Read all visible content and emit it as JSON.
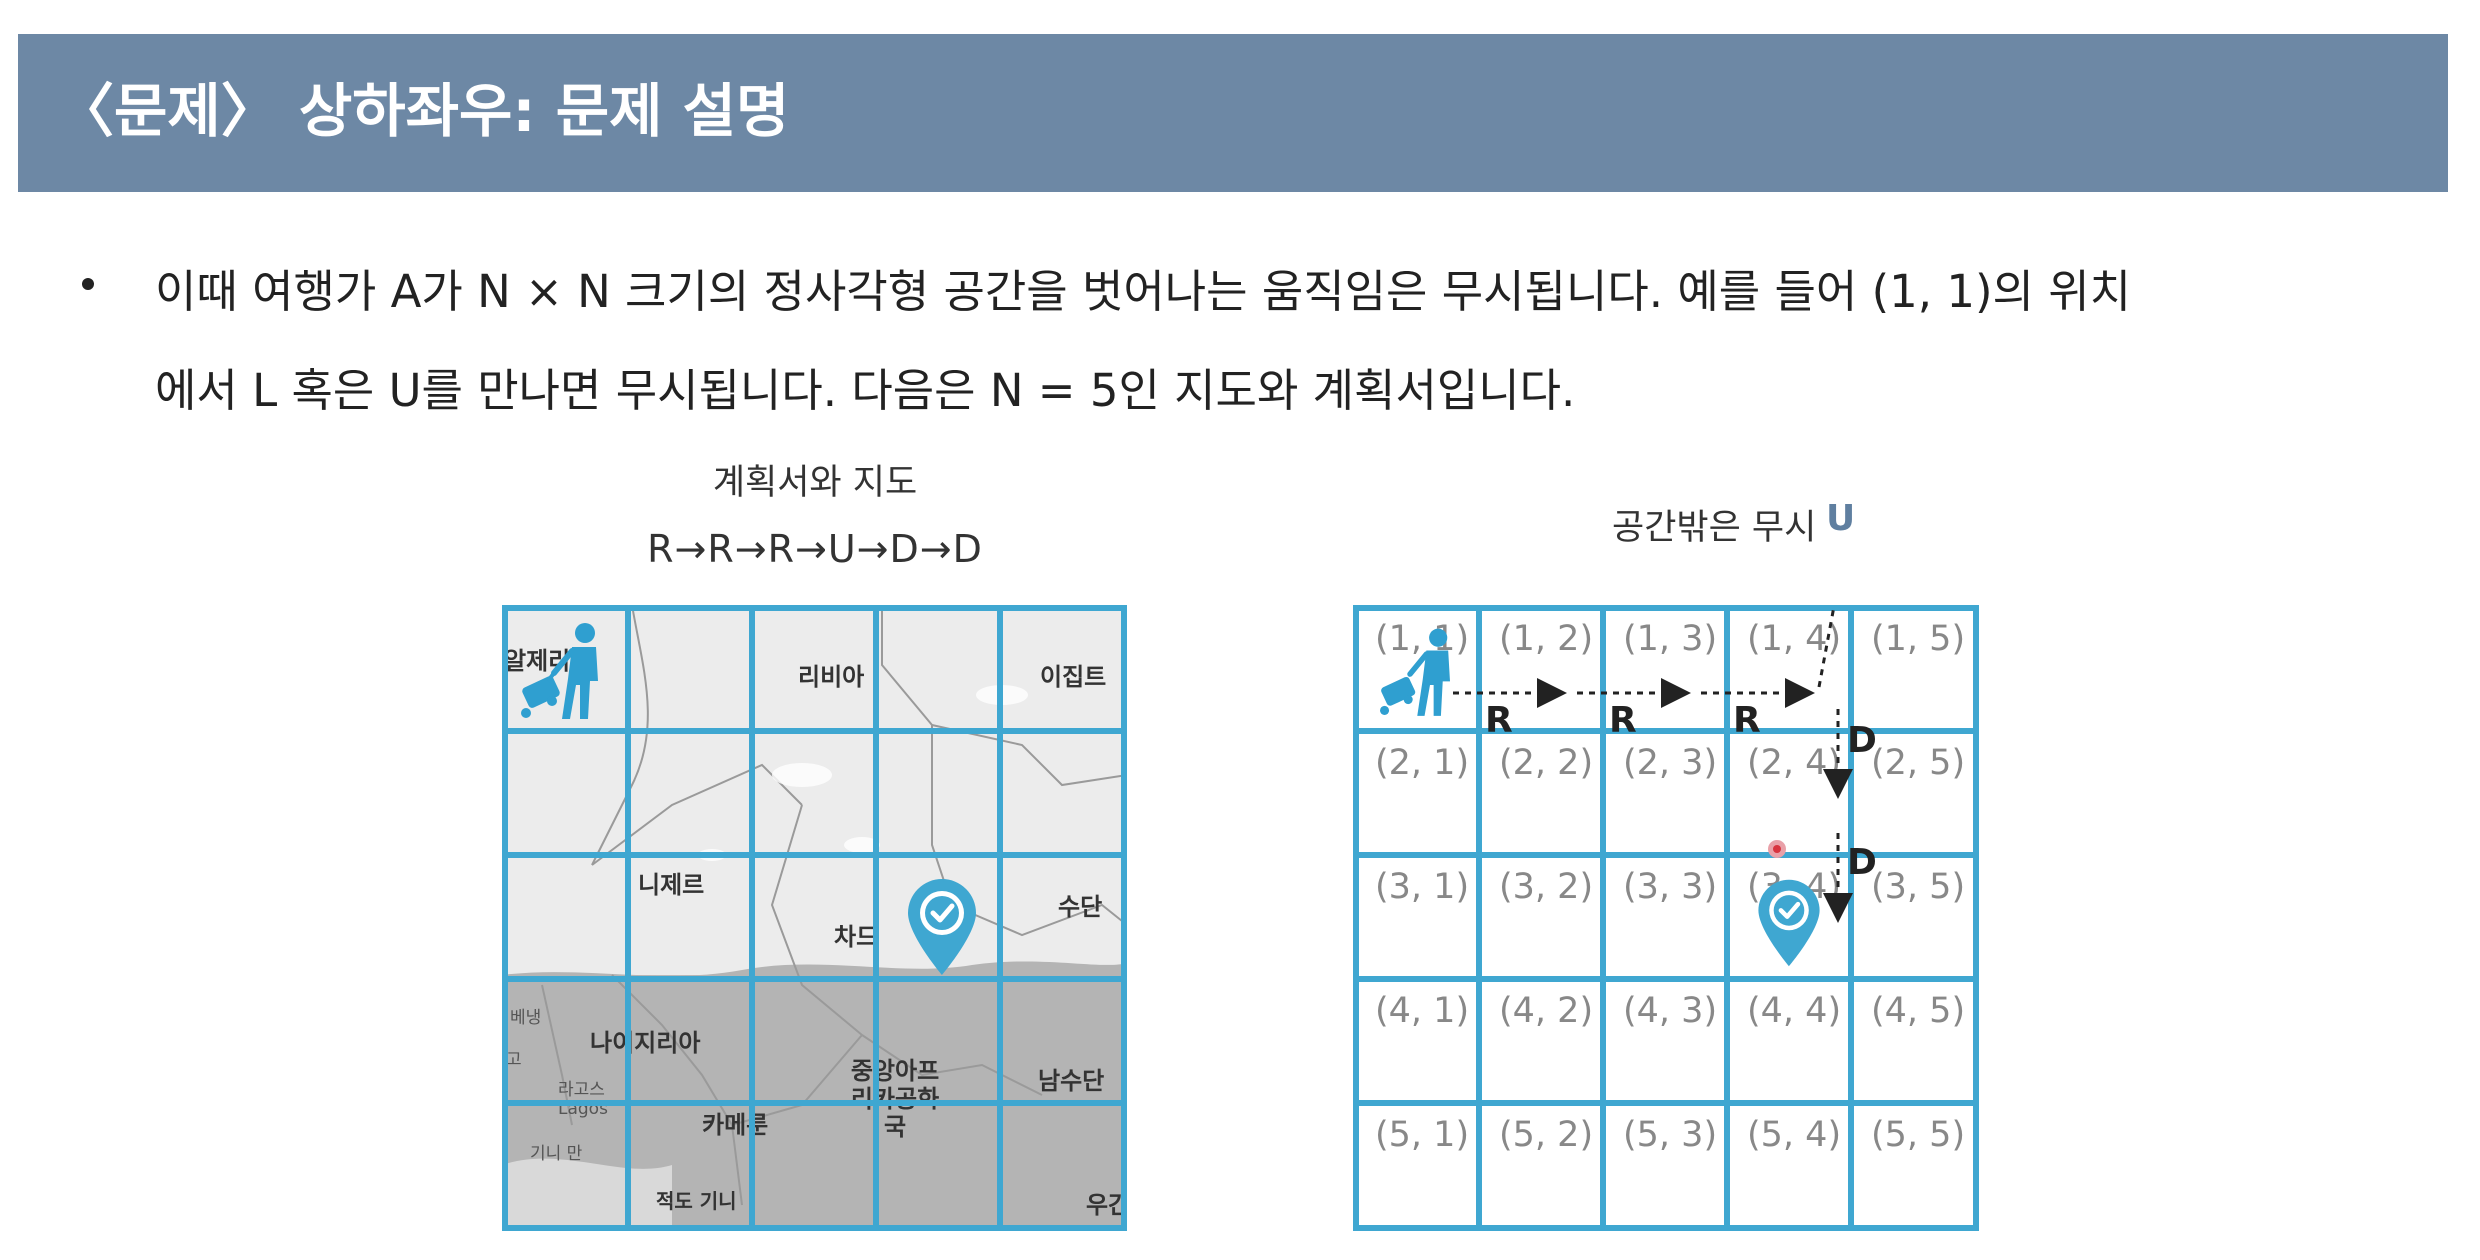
{
  "header": {
    "title": "〈문제〉 상하좌우: 문제 설명"
  },
  "paragraph": {
    "line1": "이때 여행가 A가 N × N 크기의 정사각형 공간을 벗어나는 움직임은 무시됩니다. 예를 들어 (1, 1)의 위치",
    "line2": "에서 L 혹은 U를 만나면 무시됩니다. 다음은 N = 5인 지도와 계획서입니다."
  },
  "left_figure": {
    "caption": "계획서와 지도",
    "plan": "R→R→R→U→D→D",
    "map_labels": {
      "algeria": "알제리",
      "libya": "리비아",
      "egypt": "이집트",
      "niger": "니제르",
      "chad": "차드",
      "sudan": "수단",
      "benin": "베냉",
      "go": "고",
      "nigeria": "나이지리아",
      "lagos_kr": "라고스",
      "lagos_en": "Lagos",
      "guinea_bay": "기니 만",
      "cameroon": "카메룬",
      "central_africa": "중앙아프리카공화국",
      "south_sudan": "남수단",
      "equatorial_guinea": "적도 기니",
      "uganda_partial": "우간"
    }
  },
  "right_figure": {
    "caption": "공간밖은 무시",
    "up_label": "U",
    "cells": [
      [
        "(1, 1)",
        "(1, 2)",
        "(1, 3)",
        "(1, 4)",
        "(1, 5)"
      ],
      [
        "(2, 1)",
        "(2, 2)",
        "(2, 3)",
        "(2, 4)",
        "(2, 5)"
      ],
      [
        "(3, 1)",
        "(3, 2)",
        "(3, 3)",
        "(3, 4)",
        "(3, 5)"
      ],
      [
        "(4, 1)",
        "(4, 2)",
        "(4, 3)",
        "(4, 4)",
        "(4, 5)"
      ],
      [
        "(5, 1)",
        "(5, 2)",
        "(5, 3)",
        "(5, 4)",
        "(5, 5)"
      ]
    ],
    "moves": {
      "r1": "R",
      "r2": "R",
      "r3": "R",
      "d1": "D",
      "d2": "D"
    }
  },
  "colors": {
    "header_bg": "#6d88a5",
    "grid": "#3fa7d1",
    "pin": "#3fa7d1",
    "traveler": "#2f9fd0"
  }
}
